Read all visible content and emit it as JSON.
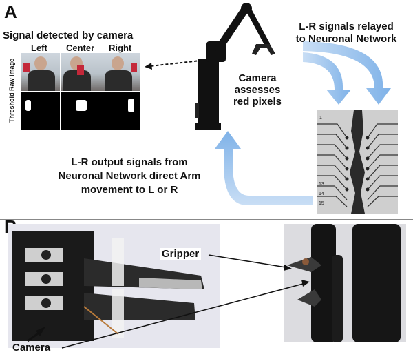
{
  "panel_a": {
    "letter": "A",
    "camera_title": "Signal detected by camera",
    "columns": [
      "Left",
      "Center",
      "Right"
    ],
    "row_label": "Threshold Raw Image",
    "camera_assess": [
      "Camera",
      "assesses",
      "red pixels"
    ],
    "relay_text": [
      "L-R signals relayed",
      "to Neuronal Network"
    ],
    "output_text": [
      "L-R output signals from",
      "Neuronal Network direct Arm",
      "movement to L or R"
    ],
    "mea_numbers": [
      "1",
      "13",
      "14",
      "15"
    ],
    "colors": {
      "arrow_blue": "#7fb2e8",
      "arrow_blue_light": "#c9def5"
    }
  },
  "panel_b": {
    "letter": "B",
    "gripper_label": "Gripper",
    "camera_label": "Camera"
  }
}
